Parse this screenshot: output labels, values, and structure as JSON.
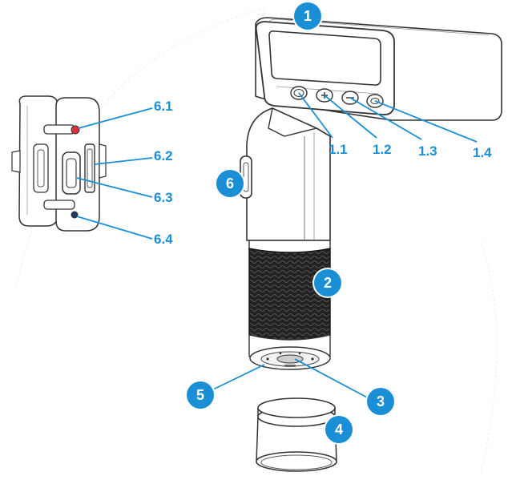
{
  "diagram": {
    "accent_color": "#1a8fd6",
    "outline_color": "#333333",
    "callouts": {
      "c1": "1",
      "c2": "2",
      "c3": "3",
      "c4": "4",
      "c5": "5",
      "c6": "6"
    },
    "labels": {
      "l1_1": "1.1",
      "l1_2": "1.2",
      "l1_3": "1.3",
      "l1_4": "1.4",
      "l6_1": "6.1",
      "l6_2": "6.2",
      "l6_3": "6.3",
      "l6_4": "6.4"
    },
    "icons": [
      "power-button-icon",
      "plus-button-icon",
      "minus-button-icon",
      "capture-button-icon",
      "red-led-icon"
    ]
  }
}
